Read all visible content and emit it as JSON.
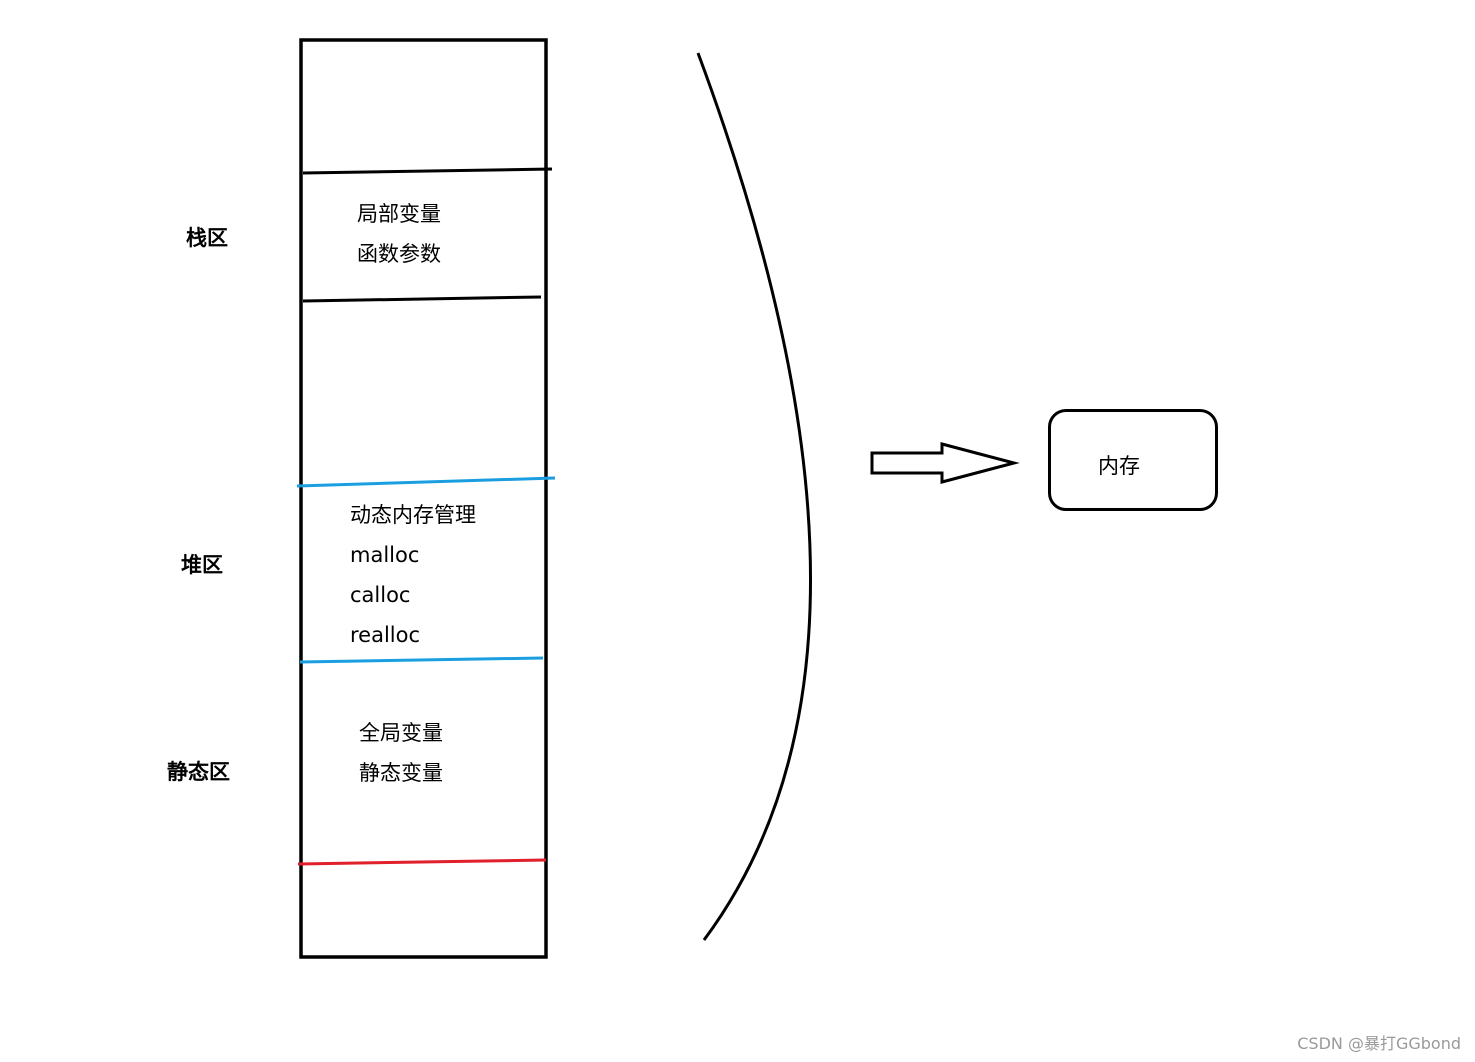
{
  "regions": {
    "stack": {
      "label": "栈区",
      "lines": [
        "局部变量",
        "函数参数"
      ]
    },
    "heap": {
      "label": "堆区",
      "lines": [
        "动态内存管理",
        "malloc",
        "calloc",
        "realloc"
      ]
    },
    "static": {
      "label": "静态区",
      "lines": [
        "全局变量",
        "静态变量"
      ]
    }
  },
  "memory_box": {
    "label": "内存"
  },
  "colors": {
    "outline": "#000000",
    "heap_border": "#1a9ee0",
    "static_bottom_border": "#e0202a"
  },
  "watermark": "CSDN @暴打GGbond"
}
